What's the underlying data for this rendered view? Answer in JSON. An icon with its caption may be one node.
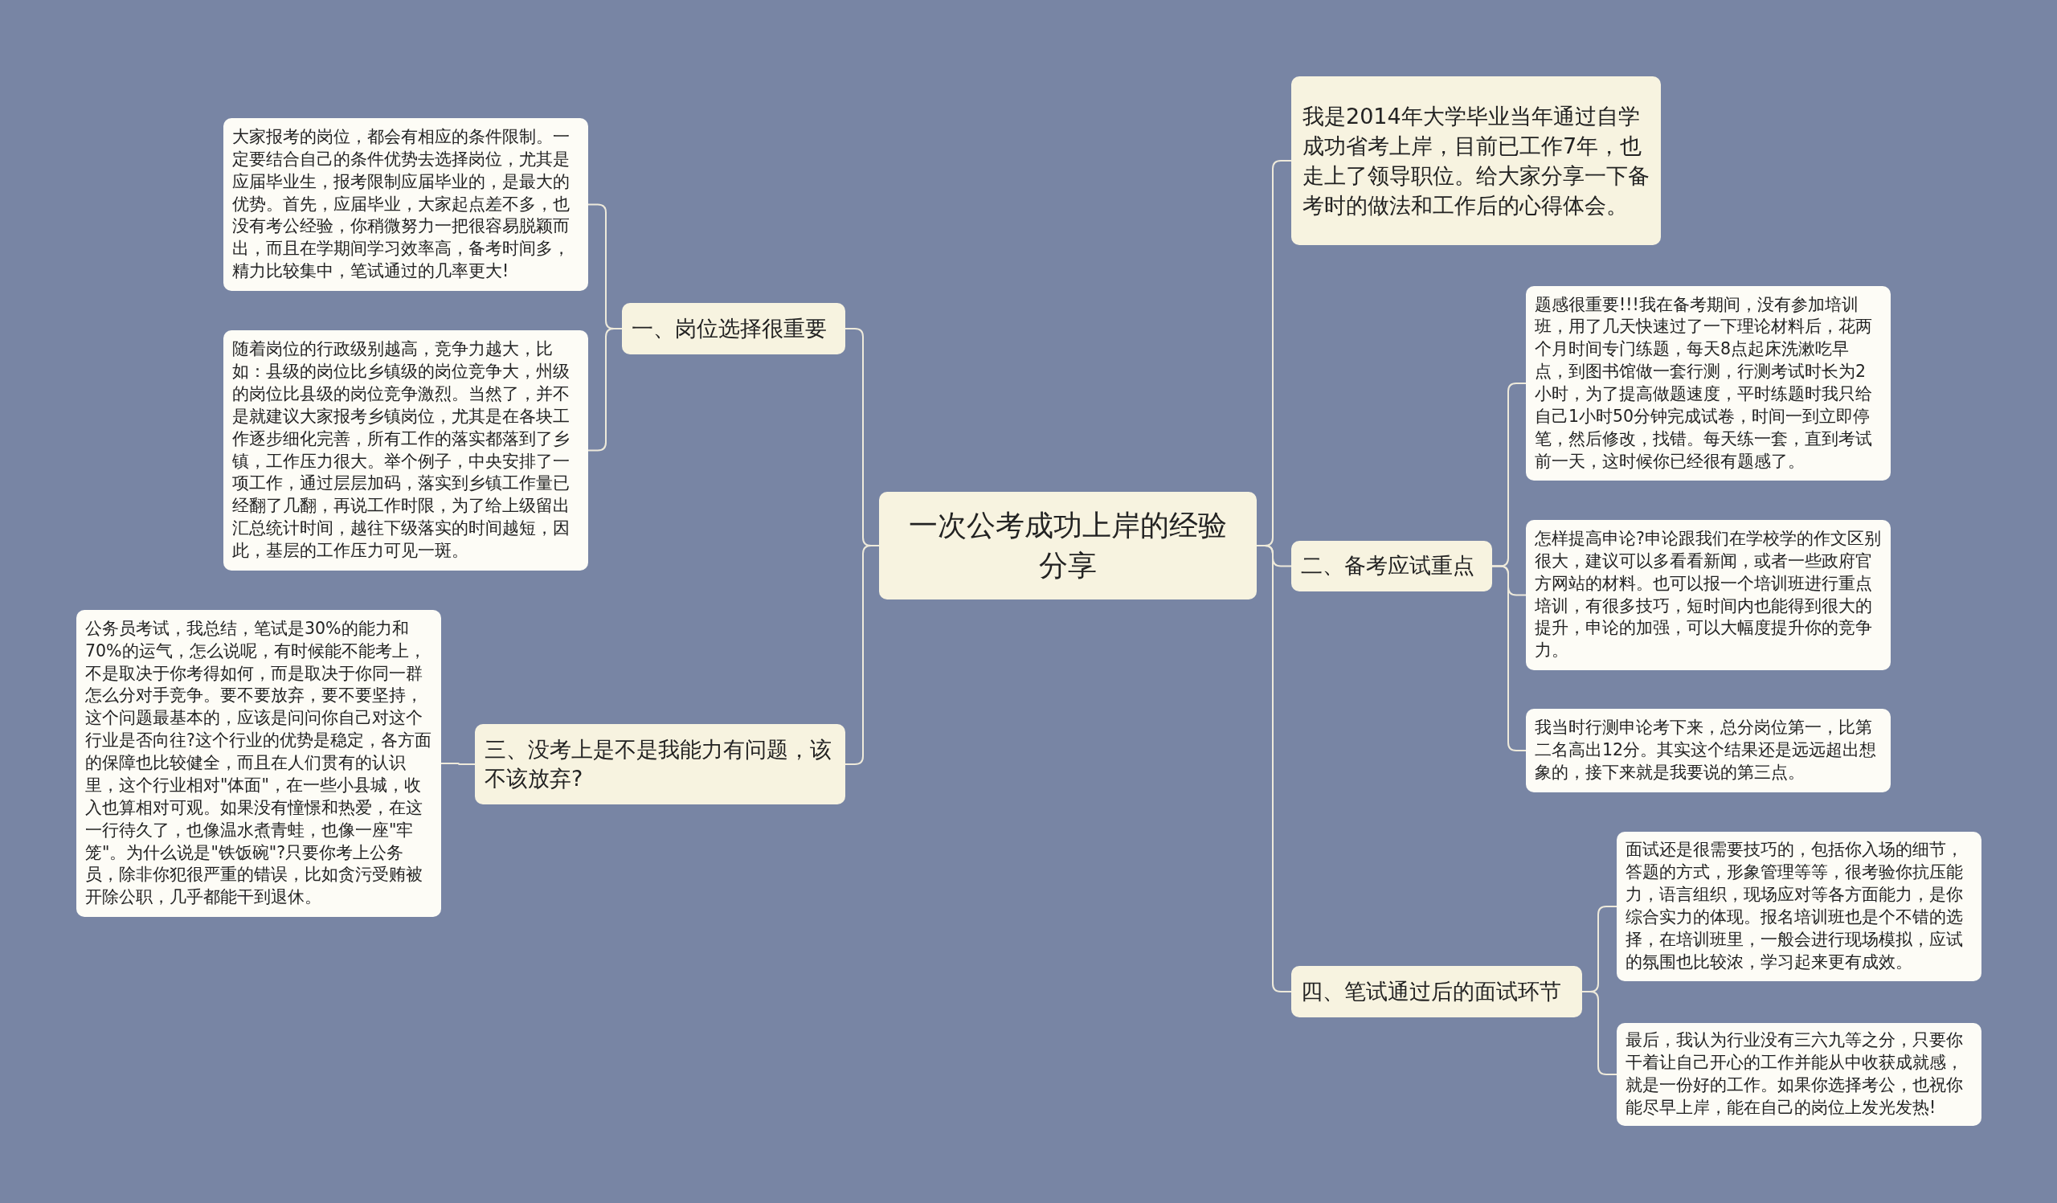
{
  "diagram": {
    "nodes": [
      {
        "text": [
          "一次公考成功上岸的经验分享"
        ]
      },
      {
        "text": [
          "一、岗位选择很重要"
        ]
      },
      {
        "text": [
          "大家报考的岗位，都会有相应的条件限制。一定要结合自己的条件优势去选择岗位，尤其是应届毕业生，报考限制应届毕业的，是最大的优势。首先，应届毕业，大家起点差不多，也没有考公经验，你稍微努力一把很容易脱颖而出，而且在学期间学习效率高，备考时间多，精力比较集中，笔试通过的几率更大!"
        ]
      },
      {
        "text": [
          "随着岗位的行政级别越高，竞争力越大，比如：县级的岗位比乡镇级的岗位竞争大，州级的岗位比县级的岗位竞争激烈。当然了，并不是就建议大家报考乡镇岗位，尤其是在各块工作逐步细化完善，所有工作的落实都落到了乡镇，工作压力很大。举个例子，中央安排了一项工作，通过层层加码，落实到乡镇工作量已经翻了几翻，再说工作时限，为了给上级留出汇总统计时间，越往下级落实的时间越短，因此，基层的工作压力可见一斑。"
        ]
      },
      {
        "text": [
          "我是2014年大学毕业当年通过自学成功省考上岸，目前已工作7年，也走上了领导职位。给大家分享一下备考时的做法和工作后的心得体会。"
        ]
      },
      {
        "text": [
          "二、备考应试重点"
        ]
      },
      {
        "text": [
          "题感很重要!!!我在备考期间，没有参加培训班，用了几天快速过了一下理论材料后，花两个月时间专门练题，每天8点起床洗漱吃早点，到图书馆做一套行测，行测考试时长为2小时，为了提高做题速度，平时练题时我只给自己1小时50分钟完成试卷，时间一到立即停笔，然后修改，找错。每天练一套，直到考试前一天，这时候你已经很有题感了。"
        ]
      },
      {
        "text": [
          "怎样提高申论?申论跟我们在学校学的作文区别很大，建议可以多看看新闻，或者一些政府官方网站的材料。也可以报一个培训班进行重点培训，有很多技巧，短时间内也能得到很大的提升，申论的加强，可以大幅度提升你的竞争力。"
        ]
      },
      {
        "text": [
          "我当时行测申论考下来，总分岗位第一，比第二名高出12分。其实这个结果还是远远超出想象的，接下来就是我要说的第三点。"
        ]
      },
      {
        "text": [
          "三、没考上是不是我能力有问题，该不该放弃?"
        ]
      },
      {
        "text": [
          "公务员考试，我总结，笔试是30%的能力和70%的运气，怎么说呢，有时候能不能考上，不是取决于你考得如何，而是取决于你同一群怎么分对手竞争。要不要放弃，要不要坚持，这个问题最基本的，应该是问问你自己对这个行业是否向往?这个行业的优势是稳定，各方面的保障也比较健全，而且在人们贯有的认识里，这个行业相对\"体面\"，在一些小县城，收入也算相对可观。如果没有憧憬和热爱，在这一行待久了，也像温水煮青蛙，也像一座\"牢笼\"。为什么说是\"铁饭碗\"?只要你考上公务员，除非你犯很严重的错误，比如贪污受贿被开除公职，几乎都能干到退休。"
        ]
      },
      {
        "text": [
          "四、笔试通过后的面试环节"
        ]
      },
      {
        "text": [
          "面试还是很需要技巧的，包括你入场的细节，答题的方式，形象管理等等，很考验你抗压能力，语言组织，现场应对等各方面能力，是你综合实力的体现。报名培训班也是个不错的选择，在培训班里，一般会进行现场模拟，应试的氛围也比较浓，学习起来更有成效。"
        ]
      },
      {
        "text": [
          "最后，我认为行业没有三六九等之分，只要你干着让自己开心的工作并能从中收获成就感，就是一份好的工作。如果你选择考公，也祝你能尽早上岸，能在自己的岗位上发光发热!"
        ]
      }
    ],
    "edges": [
      {
        "from": 0,
        "to": 1,
        "arrow": "none"
      },
      {
        "from": 1,
        "to": 2,
        "arrow": "none"
      },
      {
        "from": 1,
        "to": 3,
        "arrow": "none"
      },
      {
        "from": 0,
        "to": 4,
        "arrow": "none"
      },
      {
        "from": 0,
        "to": 5,
        "arrow": "none"
      },
      {
        "from": 5,
        "to": 6,
        "arrow": "none"
      },
      {
        "from": 5,
        "to": 7,
        "arrow": "none"
      },
      {
        "from": 5,
        "to": 8,
        "arrow": "none"
      },
      {
        "from": 0,
        "to": 9,
        "arrow": "none"
      },
      {
        "from": 9,
        "to": 10,
        "arrow": "none"
      },
      {
        "from": 0,
        "to": 11,
        "arrow": "none"
      },
      {
        "from": 11,
        "to": 12,
        "arrow": "none"
      },
      {
        "from": 11,
        "to": 13,
        "arrow": "none"
      }
    ]
  }
}
